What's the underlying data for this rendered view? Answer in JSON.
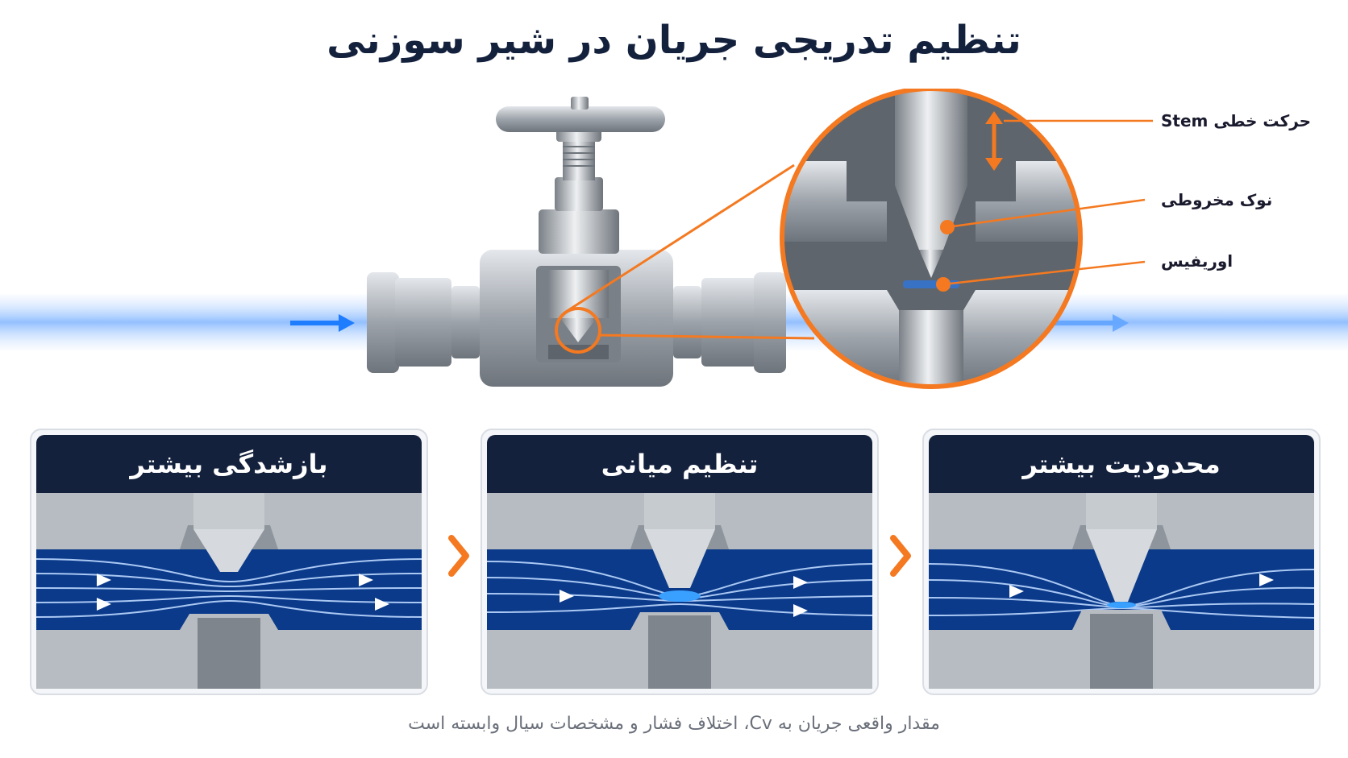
{
  "title": "تنظیم تدریجی جریان در شیر سوزنی",
  "callouts": {
    "stem": "حرکت خطی Stem",
    "tip": "نوک مخروطی",
    "orifice": "اوریفیس"
  },
  "panels": [
    {
      "label": "محدودیت بیشتر",
      "opening": "small"
    },
    {
      "label": "تنظیم میانی",
      "opening": "medium"
    },
    {
      "label": "بازشدگی بیشتر",
      "opening": "large"
    }
  ],
  "footer": "مقدار واقعی جریان به Cv، اختلاف فشار و مشخصات سیال وابسته است",
  "colors": {
    "navy": "#14213d",
    "accent": "#f47920",
    "flow": "#1e7cff",
    "steel": "#a9afb6"
  },
  "icons": {
    "flow_arrow": "arrow-right-icon",
    "step_chevron": "chevron-right-icon",
    "stem_motion": "double-arrow-vertical-icon"
  }
}
